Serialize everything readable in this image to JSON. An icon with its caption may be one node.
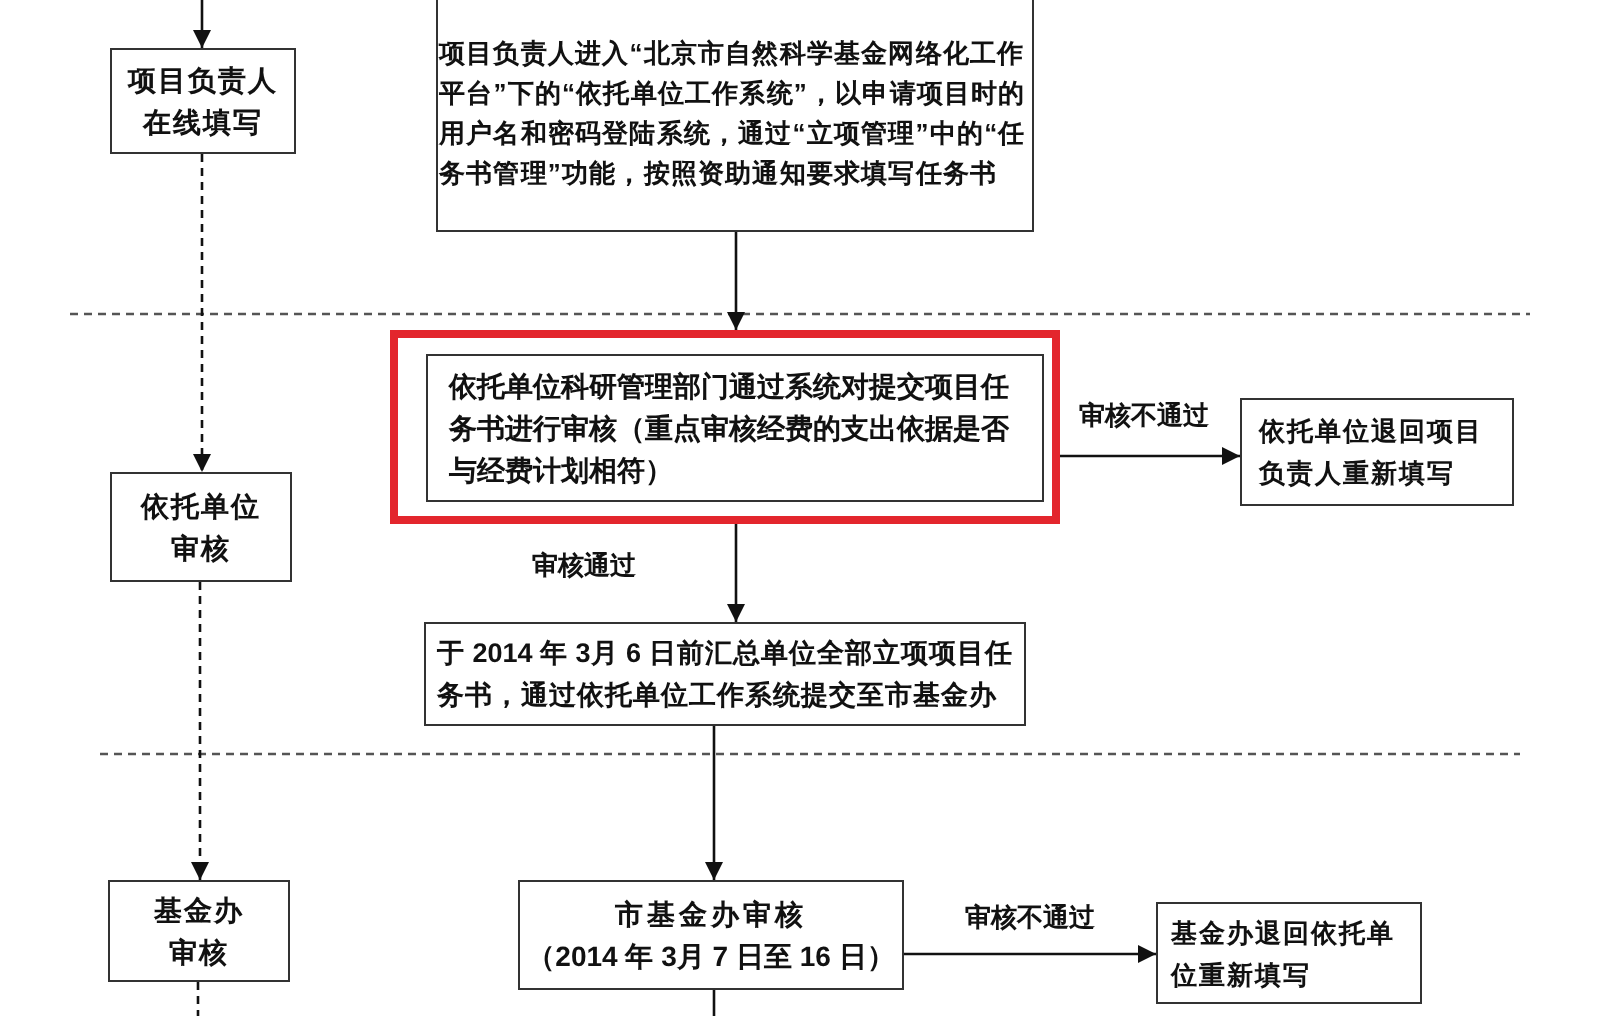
{
  "diagram": {
    "nodes": [
      {
        "text": [
          "项目负责人在线填写"
        ]
      },
      {
        "text": [
          "项目负责人进入“北京市自然科学基金网络化工作平台”下的“依托单位工作系统”，以申请项目时的用户名和密码登陆系统，通过“立项管理”中的“任务书管理”功能，按照资助通知要求填写任务书"
        ]
      },
      {
        "text": [
          "依托单位审核"
        ]
      },
      {
        "text": [],
        "shape": "box"
      },
      {
        "text": [
          "依托单位科研管理部门通过系统对提交项目任务书进行审核（重点审核经费的支出依据是否与经费计划相符）"
        ],
        "in": 3
      },
      {
        "text": [
          "依托单位退回项目负责人重新填写"
        ]
      },
      {
        "text": [
          "于 2014 年 3月 6 日前汇总单位全部立项项目任务书，通过依托单位工作系统提交至市基金办"
        ]
      },
      {
        "text": [
          "基金办审核"
        ]
      },
      {
        "text": [
          "市基金办审核",
          "（2014 年 3月 7 日至 16 日）"
        ]
      },
      {
        "text": [
          "基金办退回依托单位重新填写"
        ]
      }
    ],
    "edges": [
      {
        "from": null,
        "to": 0,
        "arrow": "to"
      },
      {
        "from": 0,
        "to": 2,
        "arrow": "to",
        "style": "dashed"
      },
      {
        "from": 2,
        "to": 7,
        "arrow": "to",
        "style": "dashed"
      },
      {
        "from": 7,
        "to": null,
        "arrow": "none",
        "style": "dashed"
      },
      {
        "from": 1,
        "to": 3,
        "arrow": "to"
      },
      {
        "from": 3,
        "to": 5,
        "arrow": "to",
        "label": "审核不通过"
      },
      {
        "from": 3,
        "to": 6,
        "arrow": "to",
        "label": "审核通过"
      },
      {
        "from": 6,
        "to": 8,
        "arrow": "to"
      },
      {
        "from": 8,
        "to": 9,
        "arrow": "to",
        "label": "审核不通过"
      },
      {
        "from": 8,
        "to": null,
        "arrow": "none"
      }
    ]
  }
}
